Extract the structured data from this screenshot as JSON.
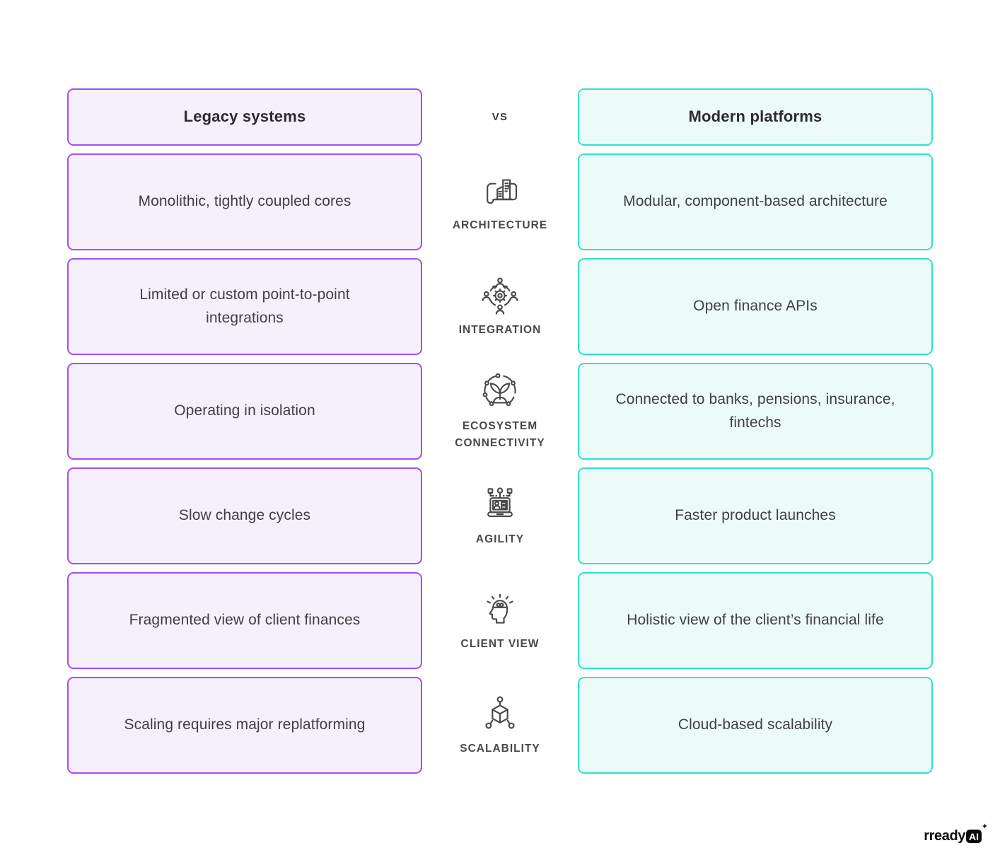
{
  "page": {
    "background": "#ffffff"
  },
  "comparison": {
    "left_header": "Legacy systems",
    "vs_label": "VS",
    "right_header": "Modern platforms",
    "rows": [
      {
        "category": "ARCHITECTURE",
        "icon": "blueprint-icon",
        "legacy": "Monolithic, tightly coupled cores",
        "modern": "Modular, component-based architecture"
      },
      {
        "category": "INTEGRATION",
        "icon": "people-gear-icon",
        "legacy": "Limited or custom point-to-point integrations",
        "modern": "Open finance APIs"
      },
      {
        "category": "ECOSYSTEM CONNECTIVITY",
        "icon": "sprout-network-icon",
        "legacy": "Operating in isolation",
        "modern": "Connected to banks, pensions, insurance, fintechs"
      },
      {
        "category": "AGILITY",
        "icon": "connected-device-icon",
        "legacy": "Slow change cycles",
        "modern": "Faster product launches"
      },
      {
        "category": "CLIENT VIEW",
        "icon": "mind-idea-icon",
        "legacy": "Fragmented view of client finances",
        "modern": "Holistic view of the client’s financial life"
      },
      {
        "category": "SCALABILITY",
        "icon": "cube-network-icon",
        "legacy": "Scaling requires major replatforming",
        "modern": "Cloud-based scalability"
      }
    ]
  },
  "colors": {
    "legacy_border": "#a24ff1",
    "legacy_fill": "#f6f0fc",
    "modern_border": "#2be5c6",
    "modern_fill": "#edfbf8",
    "text": "#3f3f45",
    "label": "#48484c"
  },
  "footer": {
    "brand_text": "rready",
    "brand_badge": "AI",
    "brand_sparkle": "✦"
  }
}
